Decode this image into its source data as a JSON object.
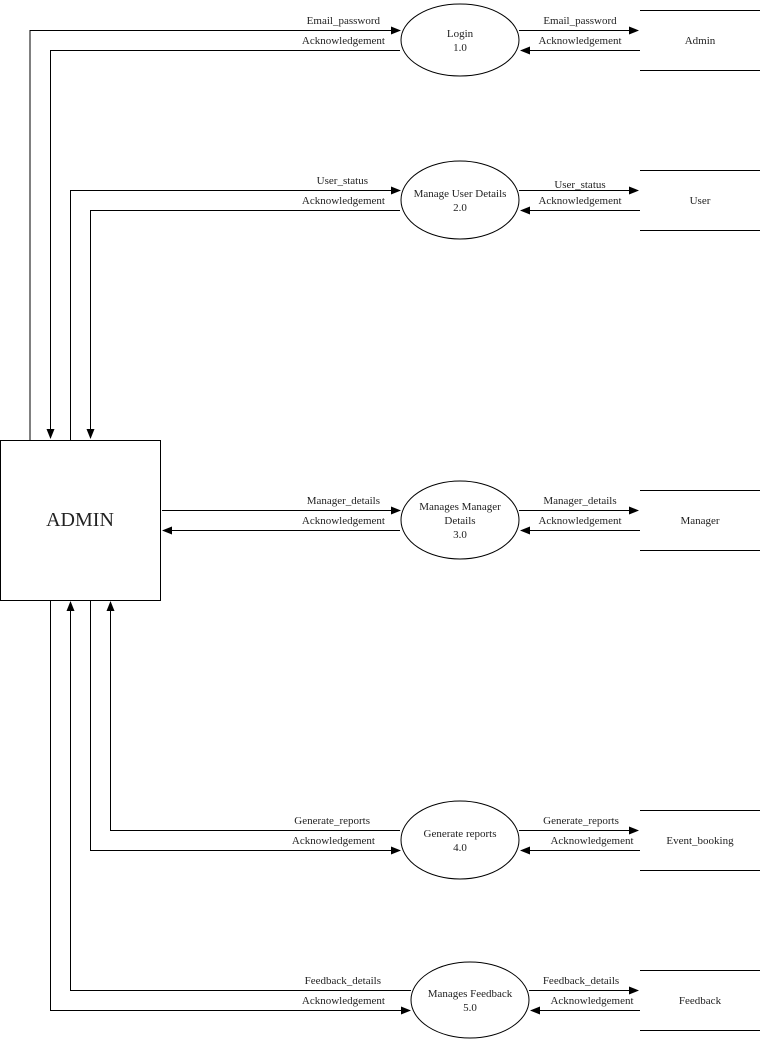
{
  "external_entity": {
    "label": "ADMIN"
  },
  "processes": [
    {
      "name": "Login",
      "number": "1.0"
    },
    {
      "name": "Manage User Details",
      "number": "2.0"
    },
    {
      "name_lines": [
        "Manages Manager",
        "Details"
      ],
      "number": "3.0"
    },
    {
      "name": "Generate reports",
      "number": "4.0"
    },
    {
      "name": "Manages Feedback",
      "number": "5.0"
    }
  ],
  "data_stores": [
    "Admin",
    "User",
    "Manager",
    "Event_booking",
    "Feedback"
  ],
  "flows": {
    "p1": {
      "in": "Email_password",
      "out": "Acknowledgement",
      "store_in": "Email_password",
      "store_out": "Acknowledgement"
    },
    "p2": {
      "in": "User_status",
      "out": "Acknowledgement",
      "store_in": "User_status",
      "store_out": "Acknowledgement"
    },
    "p3": {
      "in": "Manager_details",
      "out": "Acknowledgement",
      "store_in": "Manager_details",
      "store_out": "Acknowledgement"
    },
    "p4": {
      "in": "Generate_reports",
      "out": "Acknowledgement",
      "store_in": "Generate_reports",
      "store_out": "Acknowledgement"
    },
    "p5": {
      "in": "Feedback_details",
      "out": "Acknowledgement",
      "store_in": "Feedback_details",
      "store_out": "Acknowledgement"
    }
  }
}
